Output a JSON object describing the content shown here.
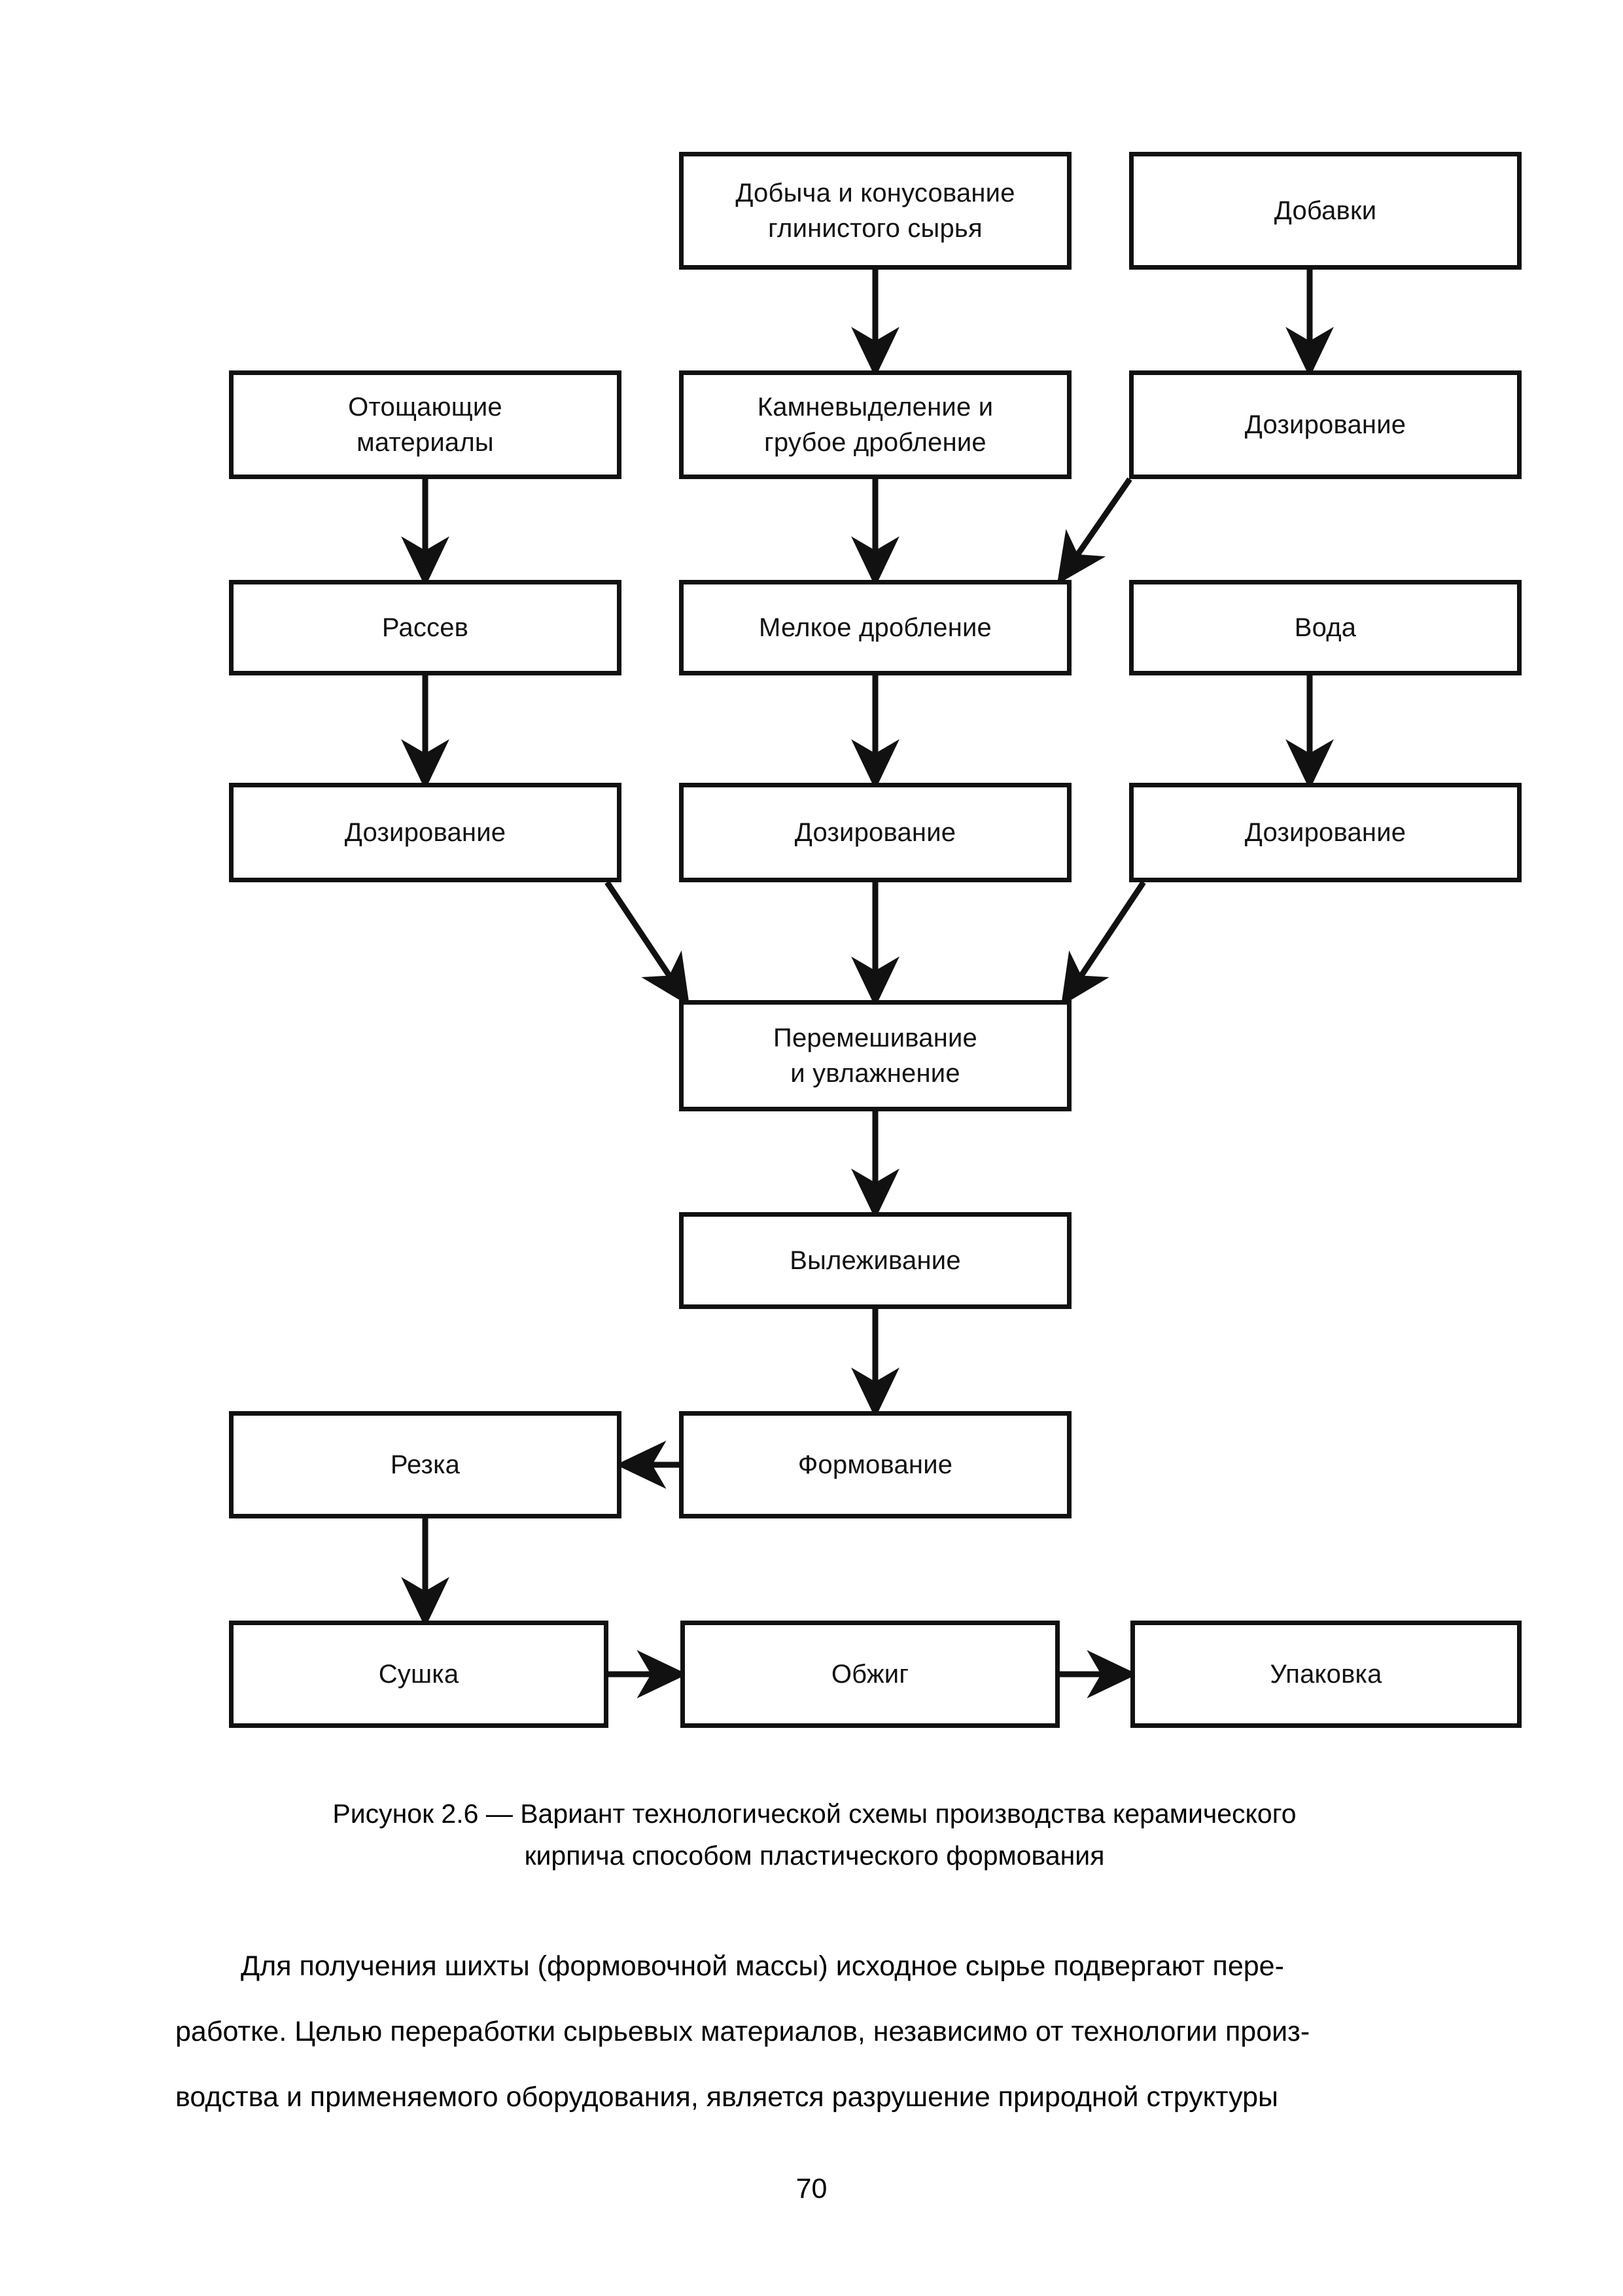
{
  "page": {
    "number": "70"
  },
  "figure": {
    "caption_lines": [
      "Рисунок 2.6 — Вариант технологической схемы производства керамического",
      "кирпича способом пластического формования"
    ],
    "nodes": [
      {
        "id": "dobycha",
        "label": "Добыча и конусование\nглинистого сырья"
      },
      {
        "id": "dobavki",
        "label": "Добавки"
      },
      {
        "id": "otoshchayushie",
        "label": "Отощающие\nматериалы"
      },
      {
        "id": "kamnevydelenie",
        "label": "Камневыделение и\nгрубое дробление"
      },
      {
        "id": "dozirovanie-1",
        "label": "Дозирование"
      },
      {
        "id": "rassev",
        "label": "Рассев"
      },
      {
        "id": "melkoe",
        "label": "Мелкое дробление"
      },
      {
        "id": "voda",
        "label": "Вода"
      },
      {
        "id": "dozirovanie-2",
        "label": "Дозирование"
      },
      {
        "id": "dozirovanie-3",
        "label": "Дозирование"
      },
      {
        "id": "dozirovanie-4",
        "label": "Дозирование"
      },
      {
        "id": "peremeshivanie",
        "label": "Перемешивание\nи увлажнение"
      },
      {
        "id": "vylezhivanie",
        "label": "Вылеживание"
      },
      {
        "id": "rezka",
        "label": "Резка"
      },
      {
        "id": "formovanie",
        "label": "Формование"
      },
      {
        "id": "sushka",
        "label": "Сушка"
      },
      {
        "id": "obzhig",
        "label": "Обжиг"
      },
      {
        "id": "upakovka",
        "label": "Упаковка"
      }
    ]
  },
  "paragraph": {
    "lines": [
      "Для получения шихты (формовочной массы) исходное сырье подвергают пере-",
      "работке. Целью переработки сырьевых материалов, независимо от технологии произ-",
      "водства и применяемого оборудования, является разрушение природной структуры"
    ]
  }
}
